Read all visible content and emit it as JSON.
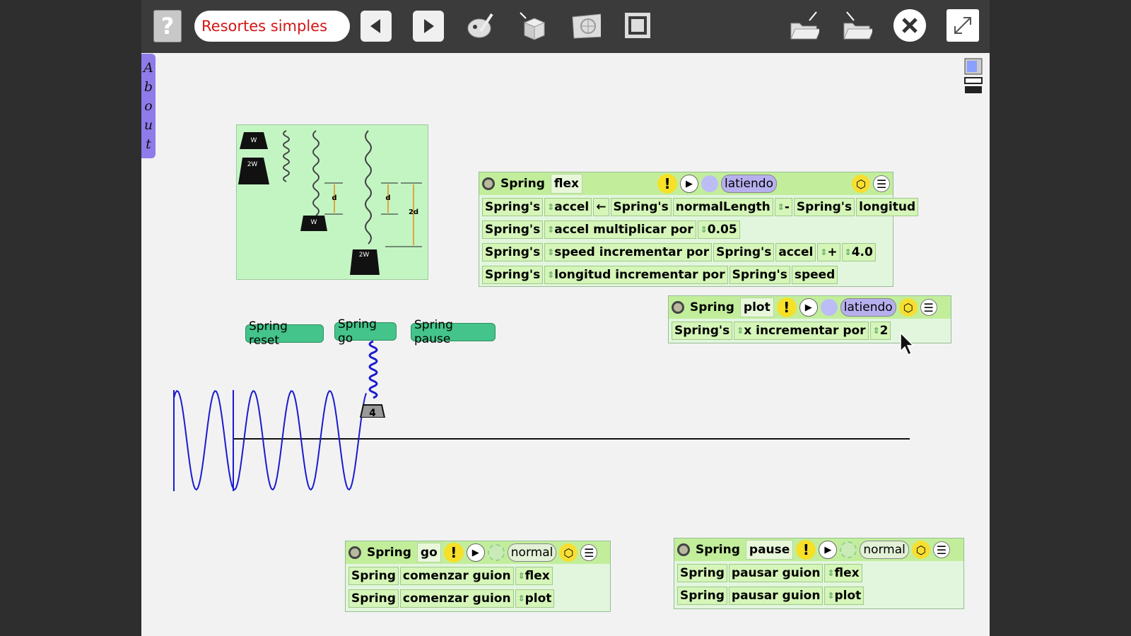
{
  "toolbar": {
    "help_label": "?",
    "project_title": "Resortes simples",
    "icons": [
      "back-arrow-icon",
      "forward-arrow-icon",
      "paint-palette-icon",
      "new-object-icon",
      "world-map-icon",
      "fullscreen-frame-icon",
      "open-folder-icon",
      "save-folder-icon",
      "close-icon",
      "expand-icon"
    ]
  },
  "about_tab": {
    "letters": [
      "A",
      "b",
      "o",
      "u",
      "t"
    ]
  },
  "buttons": {
    "reset": "Spring reset",
    "go": "Spring go",
    "pause": "Spring pause"
  },
  "spring_weight_label": "4",
  "picture_labels": {
    "w": "W",
    "w2": "2W",
    "d": "d",
    "d2": "2d"
  },
  "script_flex": {
    "object": "Spring",
    "script": "flex",
    "tick": "latiendo",
    "r1": {
      "a": "Spring's",
      "b": "accel",
      "op": "←",
      "c": "Spring's",
      "d": "normalLength",
      "minus": "-",
      "e": "Spring's",
      "f": "longitud"
    },
    "r2": {
      "a": "Spring's",
      "b": "accel multiplicar por",
      "c": "0.05"
    },
    "r3": {
      "a": "Spring's",
      "b": "speed incrementar por",
      "c": "Spring's",
      "d": "accel",
      "plus": "+",
      "e": "4.0"
    },
    "r4": {
      "a": "Spring's",
      "b": "longitud incrementar por",
      "c": "Spring's",
      "d": "speed"
    }
  },
  "script_plot": {
    "object": "Spring",
    "script": "plot",
    "tick": "latiendo",
    "r1": {
      "a": "Spring's",
      "b": "x incrementar por",
      "c": "2"
    }
  },
  "script_go": {
    "object": "Spring",
    "script": "go",
    "tick": "normal",
    "r1": {
      "a": "Spring",
      "b": "comenzar guion",
      "c": "flex"
    },
    "r2": {
      "a": "Spring",
      "b": "comenzar guion",
      "c": "plot"
    }
  },
  "script_pause": {
    "object": "Spring",
    "script": "pause",
    "tick": "normal",
    "r1": {
      "a": "Spring",
      "b": "pausar guion",
      "c": "flex"
    },
    "r2": {
      "a": "Spring",
      "b": "pausar guion",
      "c": "plot"
    }
  },
  "colors": {
    "trace": "#1a1ad0",
    "accent_title": "#d41515",
    "tile_bg": "#d5f5b9",
    "script_bg": "#e2f6de"
  }
}
